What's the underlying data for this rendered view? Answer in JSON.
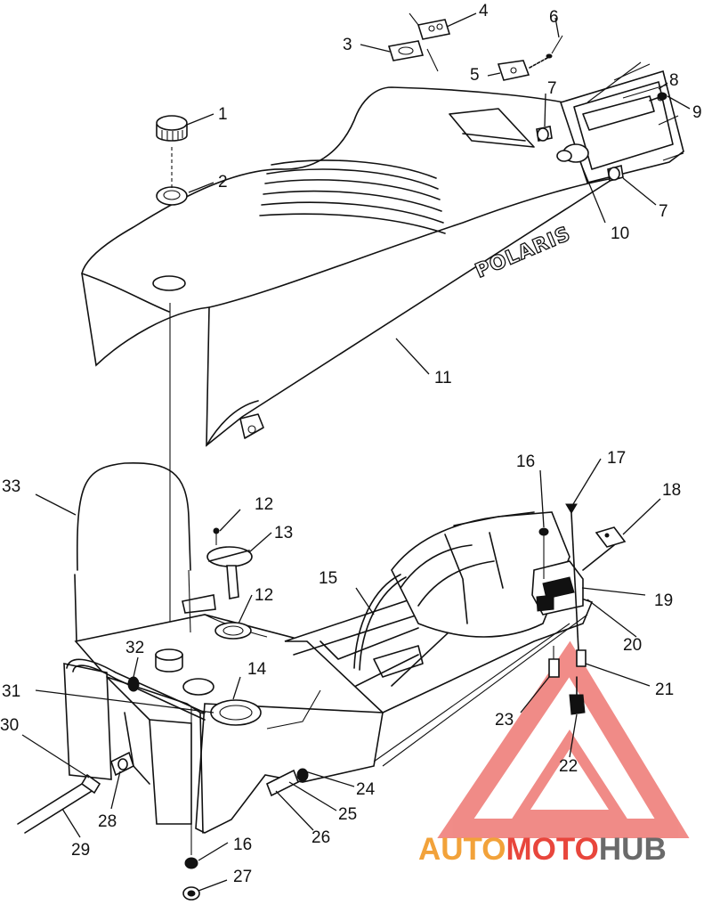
{
  "brand_text": "POLARIS",
  "watermark": {
    "part_a": "AUTO",
    "part_b": "MOTO",
    "part_c": "HUB",
    "colors": {
      "orange": "#f2a23a",
      "red": "#e8463c",
      "gray": "#6a6a6a",
      "triangle": "#ef7f7b"
    }
  },
  "callouts": {
    "c1": "1",
    "c2": "2",
    "c3": "3",
    "c4": "4",
    "c5": "5",
    "c6": "6",
    "c7a": "7",
    "c7b": "7",
    "c8": "8",
    "c9": "9",
    "c10": "10",
    "c11": "11",
    "c12a": "12",
    "c12b": "12",
    "c13": "13",
    "c14": "14",
    "c15": "15",
    "c16a": "16",
    "c16b": "16",
    "c17": "17",
    "c18": "18",
    "c19": "19",
    "c20": "20",
    "c21": "21",
    "c22": "22",
    "c23": "23",
    "c24": "24",
    "c25": "25",
    "c26": "26",
    "c27": "27",
    "c28": "28",
    "c29": "29",
    "c30": "30",
    "c31": "31",
    "c32": "32",
    "c33": "33"
  }
}
